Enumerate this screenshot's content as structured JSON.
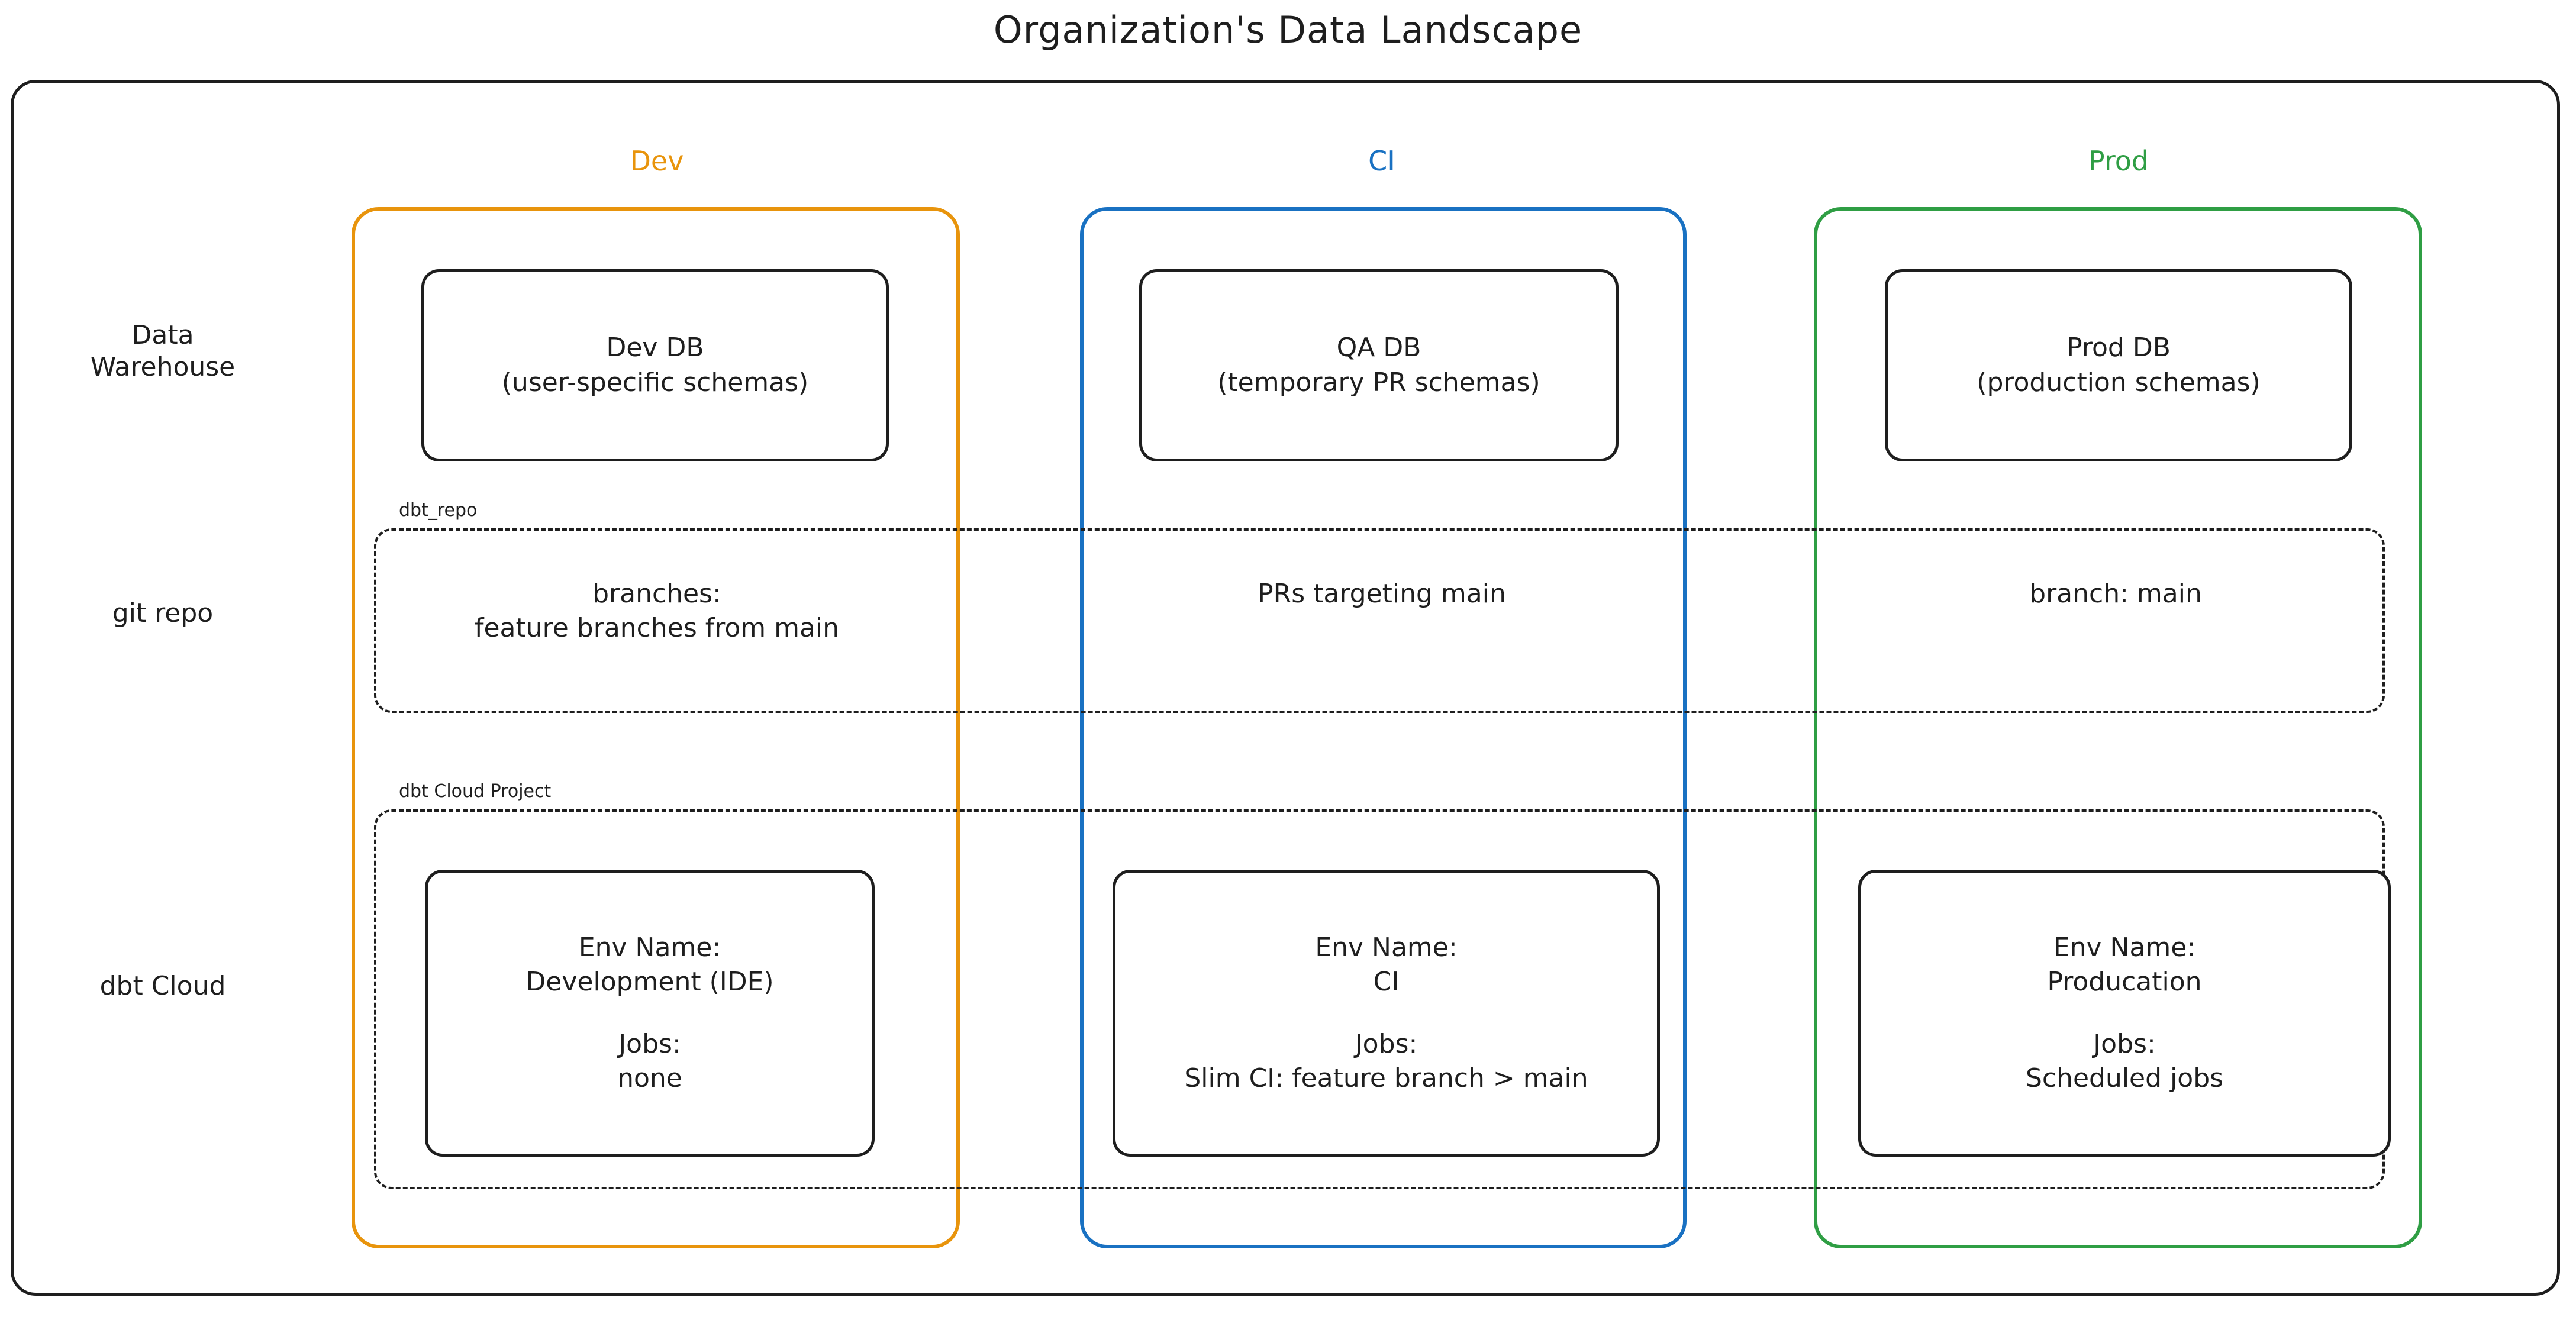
{
  "title": "Organization's Data Landscape",
  "colors": {
    "dev": "#e8940c",
    "ci": "#1971c2",
    "prod": "#2f9e44",
    "ink": "#1e1e1e",
    "background": "#ffffff"
  },
  "environments": [
    {
      "key": "dev",
      "label": "Dev"
    },
    {
      "key": "ci",
      "label": "CI"
    },
    {
      "key": "prod",
      "label": "Prod"
    }
  ],
  "rows": [
    {
      "key": "warehouse",
      "label": "Data\nWarehouse"
    },
    {
      "key": "git",
      "label": "git repo"
    },
    {
      "key": "cloud",
      "label": "dbt Cloud"
    }
  ],
  "groups": [
    {
      "key": "repo",
      "label": "dbt_repo"
    },
    {
      "key": "cloud",
      "label": "dbt Cloud Project"
    }
  ],
  "data_warehouse": {
    "dev": {
      "name": "Dev DB",
      "detail": "(user-specific schemas)"
    },
    "ci": {
      "name": "QA DB",
      "detail": "(temporary PR schemas)"
    },
    "prod": {
      "name": "Prod DB",
      "detail": "(production schemas)"
    }
  },
  "git_repo": {
    "dev": "branches:\nfeature branches from main",
    "ci": "PRs targeting main",
    "prod": "branch: main"
  },
  "dbt_cloud": {
    "dev": {
      "env_name_label": "Env Name:",
      "env_name": "Development (IDE)",
      "jobs_label": "Jobs:",
      "jobs": "none"
    },
    "ci": {
      "env_name_label": "Env Name:",
      "env_name": "CI",
      "jobs_label": "Jobs:",
      "jobs": "Slim CI: feature branch > main"
    },
    "prod": {
      "env_name_label": "Env Name:",
      "env_name": "Producation",
      "jobs_label": "Jobs:",
      "jobs": "Scheduled jobs"
    }
  }
}
